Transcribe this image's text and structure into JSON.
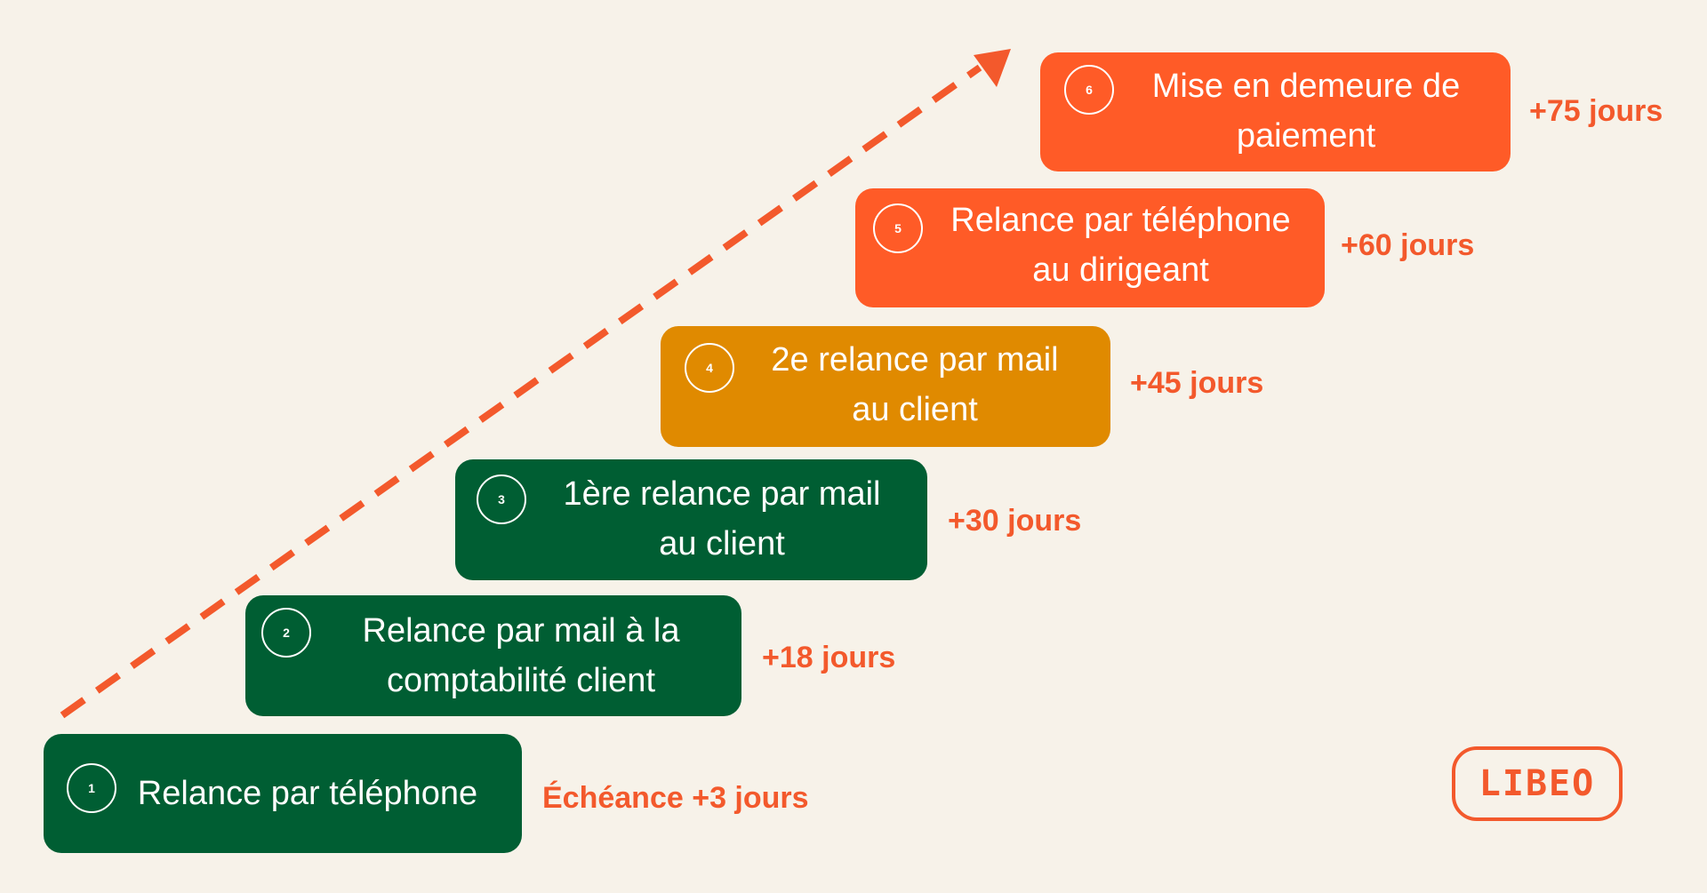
{
  "colors": {
    "background": "#f7f2e9",
    "green": "#005e33",
    "amber": "#e08a00",
    "orange": "#ff5b27",
    "accent": "#f3592c",
    "white": "#ffffff"
  },
  "steps": [
    {
      "number": "1",
      "label": "Relance par téléphone",
      "delay": "Échéance +3 jours",
      "color": "green"
    },
    {
      "number": "2",
      "label": "Relance par mail à la\ncomptabilité client",
      "delay": "+18 jours",
      "color": "green"
    },
    {
      "number": "3",
      "label": "1ère relance par mail\nau client",
      "delay": "+30 jours",
      "color": "green"
    },
    {
      "number": "4",
      "label": "2e relance par mail\nau client",
      "delay": "+45 jours",
      "color": "amber"
    },
    {
      "number": "5",
      "label": "Relance par téléphone\nau dirigeant",
      "delay": "+60 jours",
      "color": "orange"
    },
    {
      "number": "6",
      "label": "Mise en demeure de\npaiement",
      "delay": "+75 jours",
      "color": "orange"
    }
  ],
  "logo": {
    "text": "LIBEO"
  }
}
